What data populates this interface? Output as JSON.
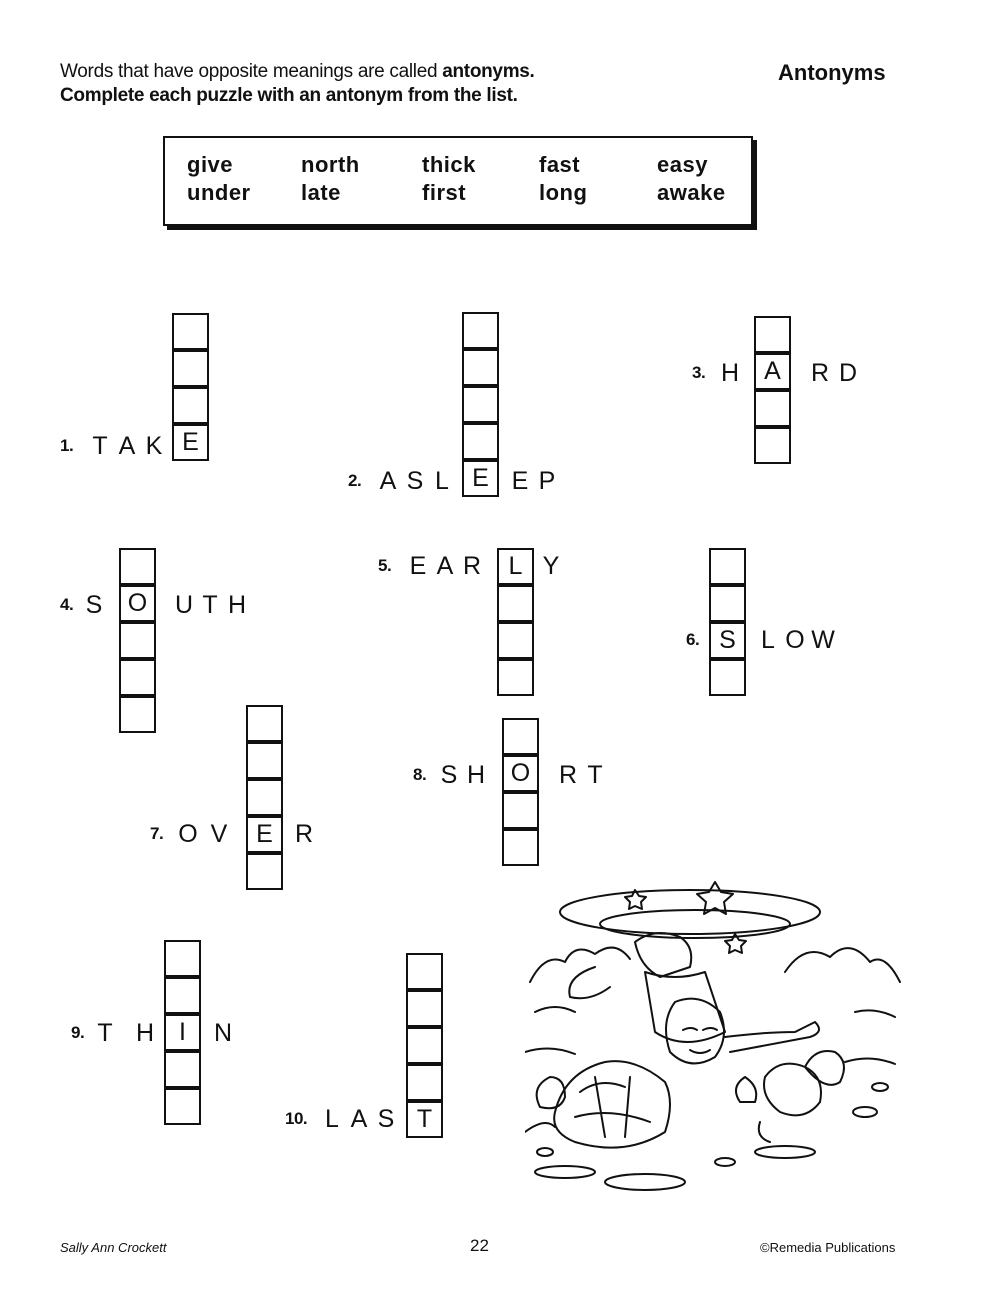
{
  "instructions": {
    "line1_prefix": "Words that have opposite meanings are called ",
    "line1_bold": "antonyms.",
    "line2": "Complete each puzzle with an antonym from the list."
  },
  "title": "Antonyms",
  "word_list": [
    "give",
    "north",
    "thick",
    "fast",
    "easy",
    "under",
    "late",
    "first",
    "long",
    "awake"
  ],
  "puzzles": [
    {
      "number": "1.",
      "word": [
        "T",
        "A",
        "K",
        "E"
      ]
    },
    {
      "number": "2.",
      "word": [
        "A",
        "S",
        "L",
        "E",
        "E",
        "P"
      ]
    },
    {
      "number": "3.",
      "word": [
        "H",
        "A",
        "R",
        "D"
      ]
    },
    {
      "number": "4.",
      "word": [
        "S",
        "O",
        "U",
        "T",
        "H"
      ]
    },
    {
      "number": "5.",
      "word": [
        "E",
        "A",
        "R",
        "L",
        "Y"
      ]
    },
    {
      "number": "6.",
      "word": [
        "S",
        "L",
        "O",
        "W"
      ]
    },
    {
      "number": "7.",
      "word": [
        "O",
        "V",
        "E",
        "R"
      ]
    },
    {
      "number": "8.",
      "word": [
        "S",
        "H",
        "O",
        "R",
        "T"
      ]
    },
    {
      "number": "9.",
      "word": [
        "T",
        "H",
        "I",
        "N"
      ]
    },
    {
      "number": "10.",
      "word": [
        "L",
        "A",
        "S",
        "T"
      ]
    }
  ],
  "illustration": "cartoon-santa-tortoise-hare-icon",
  "footer": {
    "author": "Sally  Ann  Crockett",
    "page": "22",
    "copyright": "©Remedia Publications"
  }
}
